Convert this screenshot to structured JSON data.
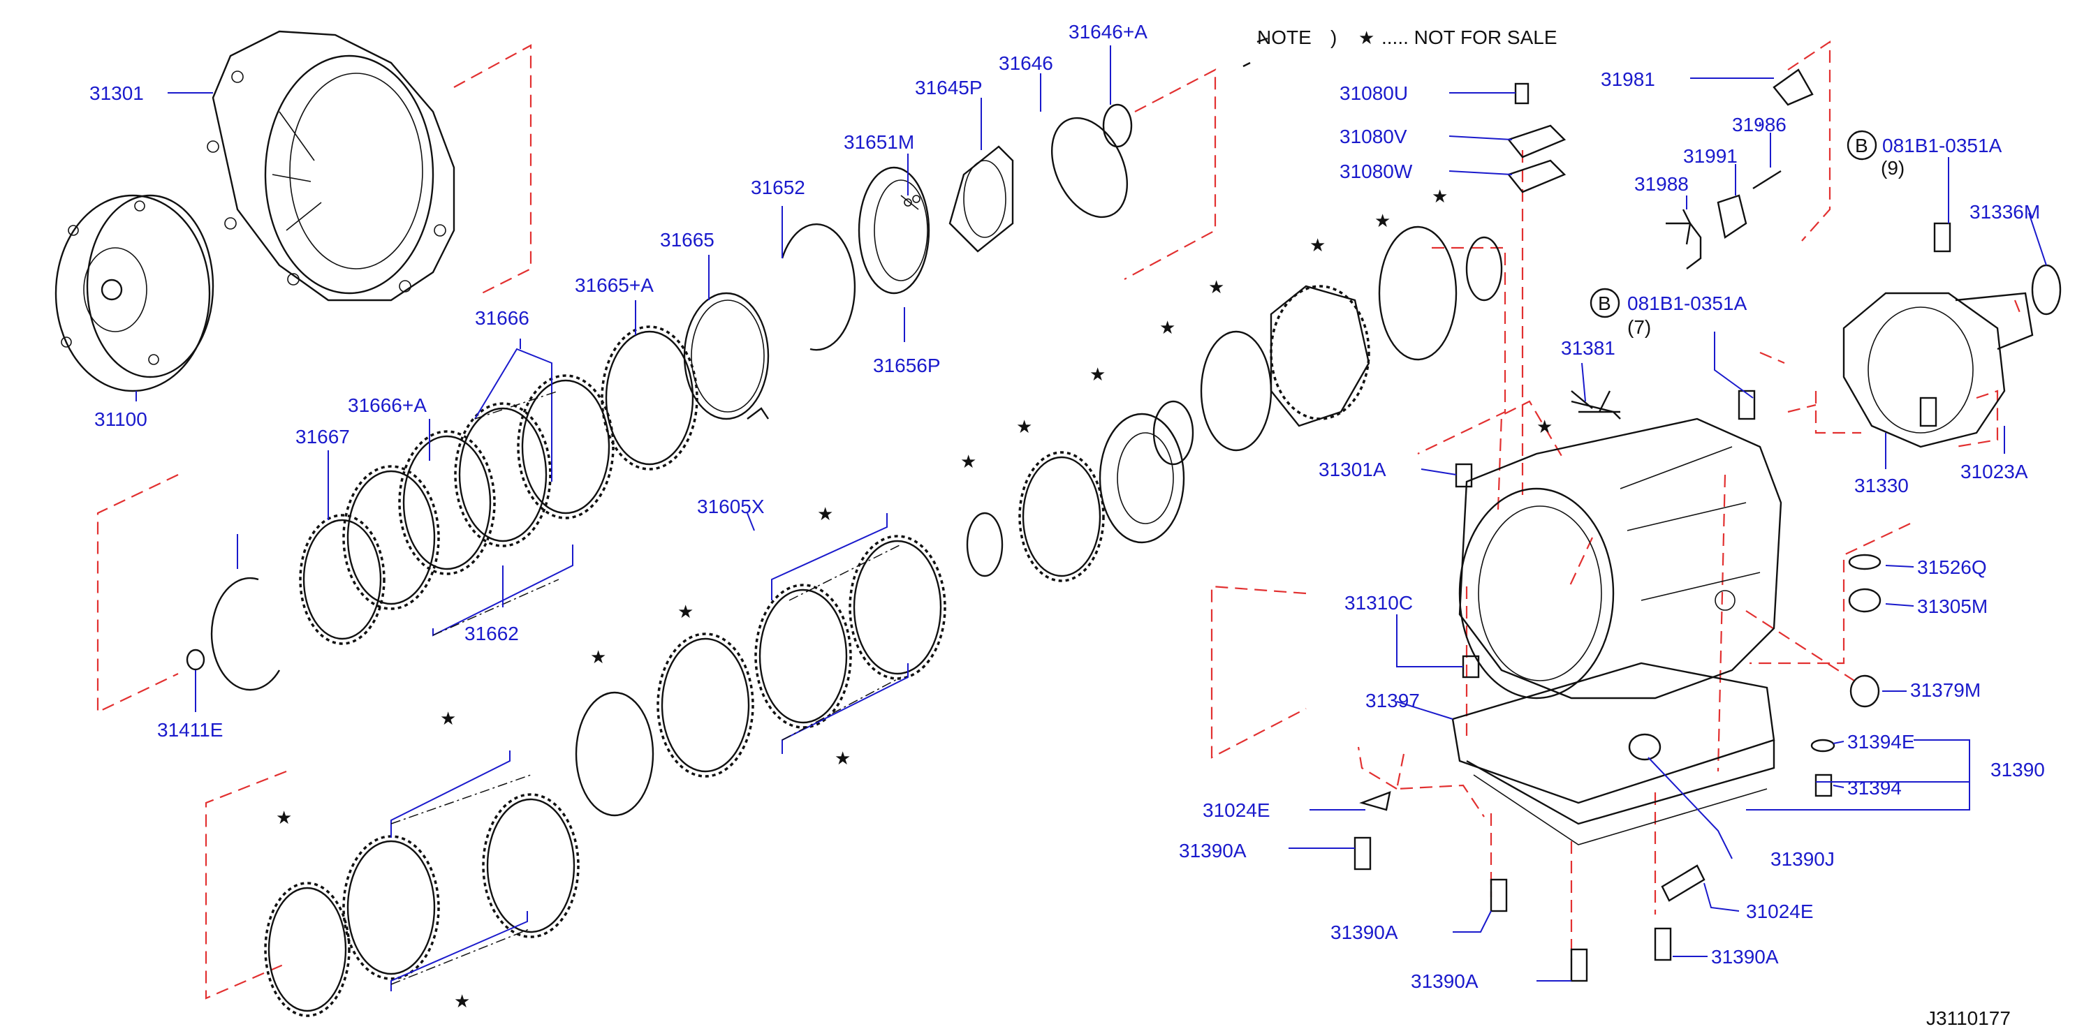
{
  "note": {
    "prefix": "NOTE",
    "paren": ")",
    "star": "★",
    "text": "..... NOT FOR SALE"
  },
  "diagram_code": "J3110177",
  "star_symbol": "★",
  "circle_letter": "B",
  "labels": {
    "l31301": "31301",
    "l31100": "31100",
    "l31646a": "31646+A",
    "l31646": "31646",
    "l31645p": "31645P",
    "l31651m": "31651M",
    "l31652": "31652",
    "l31665": "31665",
    "l31656p": "31656P",
    "l31665a": "31665+A",
    "l31666": "31666",
    "l31666a": "31666+A",
    "l31667": "31667",
    "l31662": "31662",
    "l31411e": "31411E",
    "l31605x": "31605X",
    "l31080u": "31080U",
    "l31080v": "31080V",
    "l31080w": "31080W",
    "l31981": "31981",
    "l31986": "31986",
    "l31991": "31991",
    "l31988": "31988",
    "l081b1a": "081B1-0351A",
    "l081b1a_qty": "(9)",
    "l31336m": "31336M",
    "l081b1b": "081B1-0351A",
    "l081b1b_qty": "(7)",
    "l31381": "31381",
    "l31301a": "31301A",
    "l31330": "31330",
    "l31023a": "31023A",
    "l31526q": "31526Q",
    "l31305m": "31305M",
    "l31310c": "31310C",
    "l31397": "31397",
    "l31379m": "31379M",
    "l31394e": "31394E",
    "l31390": "31390",
    "l31394": "31394",
    "l31024e_top": "31024E",
    "l31390a_1": "31390A",
    "l31390j": "31390J",
    "l31024e_bot": "31024E",
    "l31390a_2": "31390A",
    "l31390a_3": "31390A",
    "l31390a_4": "31390A"
  }
}
